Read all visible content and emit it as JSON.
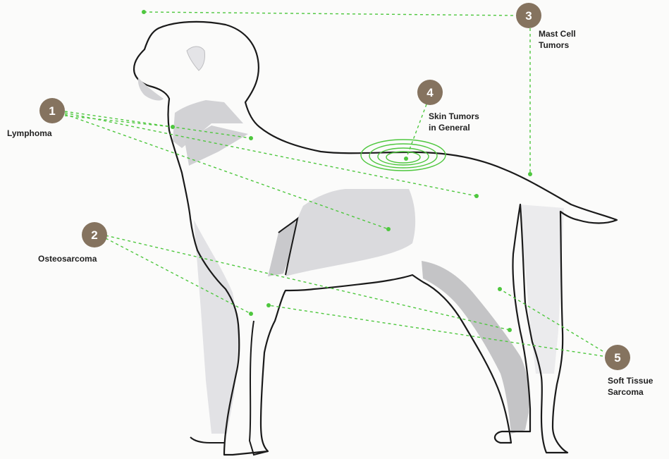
{
  "colors": {
    "badge": "#85735f",
    "leader": "#4ec73e",
    "outline": "#1a1a1a",
    "shade_dark": "#c4c4c6",
    "shade_light": "#e3e3e6"
  },
  "markers": [
    {
      "number": "1",
      "label": "Lymphoma",
      "lines": [
        "Lymphoma"
      ]
    },
    {
      "number": "2",
      "label": "Osteosarcoma",
      "lines": [
        "Osteosarcoma"
      ]
    },
    {
      "number": "3",
      "label": "Mast Cell Tumors",
      "lines": [
        "Mast Cell",
        "Tumors"
      ]
    },
    {
      "number": "4",
      "label": "Skin Tumors in General",
      "lines": [
        "Skin Tumors",
        "in General"
      ]
    },
    {
      "number": "5",
      "label": "Soft Tissue Sarcoma",
      "lines": [
        "Soft Tissue",
        "Sarcoma"
      ]
    }
  ]
}
